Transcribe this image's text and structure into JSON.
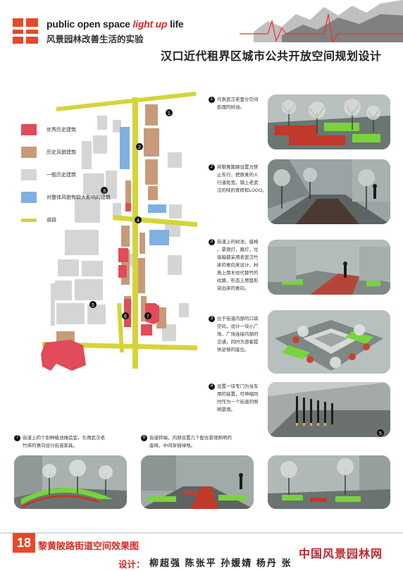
{
  "header": {
    "title_en_prefix": "public open space ",
    "title_en_accent": "light up",
    "title_en_suffix": " life",
    "subtitle_cn": "风景园林改善生活的实验",
    "main_title_cn": "汉口近代租界区城市公共开放空间规划设计"
  },
  "legend": [
    {
      "label": "优秀历史建筑",
      "color": "#e14b5a"
    },
    {
      "label": "历史风貌建筑",
      "color": "#c89a7a"
    },
    {
      "label": "一般历史建筑",
      "color": "#d3d6d4"
    },
    {
      "label": "对整体风貌有较大影响的建筑",
      "color": "#7fb0e0"
    },
    {
      "label": "道路",
      "color": "#d4d43a"
    }
  ],
  "map_markers": [
    "1",
    "2",
    "3",
    "4",
    "5",
    "6",
    "7"
  ],
  "notes": [
    {
      "num": "1",
      "lines": [
        "代表武汉老里分空间",
        "肌理的树池。"
      ]
    },
    {
      "num": "2",
      "lines": [
        "将黎黄陂路设置为禁",
        "止车行，把原来的人",
        "行道拓宽，铺上老武",
        "汉的味的青砖和LOGO。"
      ]
    },
    {
      "num": "3",
      "lines": [
        "街道上的树池，座椅",
        "，景观灯，路灯，垃",
        "圾箱都采用老武汉竹",
        "床的意向来设计，材",
        "质上用木纹代替竹的",
        "纹路，形态上用弧形",
        "突出床的意向。"
      ]
    },
    {
      "num": "3",
      "lines": [
        "位于街道内部的口袋",
        "空间，设计一块小广",
        "场，广场连接内部的",
        "交通，同时为游客提",
        "供足够的座位。"
      ]
    },
    {
      "num": "4",
      "lines": [
        "设置一块专门为当车",
        "用的装置，可伸缩同",
        "时作为一个街道的照",
        "明景观。"
      ]
    },
    {
      "num": "7",
      "lines": [
        "街道上的个别种植池做造型，引用武汉老",
        "竹床的意向设计街道家具。"
      ]
    },
    {
      "num": "6",
      "lines": [
        "街道转端，内部设置几个配合景观照明的",
        "座椅，中间穿插绿地。"
      ]
    }
  ],
  "render_marker": "5",
  "footer": {
    "number": "18",
    "title": "黎黄陂路街道空间效果图",
    "designer_label": "设计：",
    "designers": "柳超强  陈张平  孙媛婧  杨丹  张",
    "watermark": "中国风景园林网"
  }
}
